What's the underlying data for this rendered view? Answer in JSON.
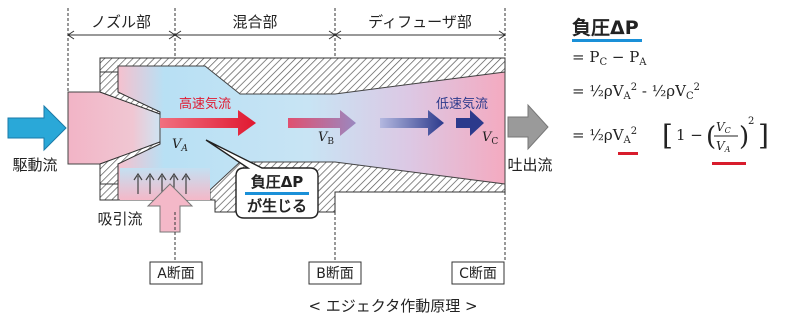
{
  "sections": {
    "nozzle": "ノズル部",
    "mixing": "混合部",
    "diffuser": "ディフューザ部"
  },
  "flow_labels": {
    "driving_flow": "駆動流",
    "suction_flow": "吸引流",
    "discharge_flow": "吐出流",
    "high_speed": "高速気流",
    "low_speed": "低速気流"
  },
  "velocity_labels": {
    "va": "V",
    "va_sub": "A",
    "vb": "V",
    "vb_sub": "B",
    "vc": "V",
    "vc_sub": "C"
  },
  "callout": {
    "line1": "負圧ΔP",
    "line2": "が生じる"
  },
  "section_markers": {
    "a": "A断面",
    "b": "B断面",
    "c": "C断面"
  },
  "caption": "< エジェクタ作動原理 >",
  "equation": {
    "title": "負圧ΔP",
    "line1": "= P",
    "line1_sub1": "C",
    "line1_mid": " − P",
    "line1_sub2": "A",
    "line2_left": "= ½ρV",
    "line2_mid": " ‑ ½ρV",
    "sub_a": "A",
    "sub_c": "C",
    "sup2": "2",
    "line3_left": "= ½ρV",
    "line3_bracket": "1 −",
    "frac_num": "V",
    "frac_den": "V"
  },
  "colors": {
    "cyan_arrow": "#2aa8d8",
    "pink_flow": "#f2b8c8",
    "blue_flow": "#a8d8f0",
    "red_arrow": "#e8203a",
    "navy_arrow": "#2c3a8c",
    "gray_arrow": "#9a9a9a",
    "accent_underline": "#1a90d8",
    "red_underline": "#d81c2c"
  }
}
